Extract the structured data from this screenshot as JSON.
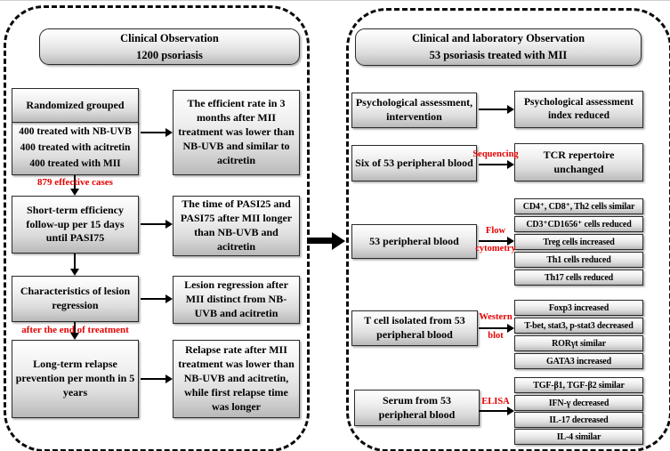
{
  "colors": {
    "note_red": "#e60000",
    "box_border": "#2a2a2a"
  },
  "left_panel": {
    "title": {
      "line1": "Clinical Observation",
      "line2": "1200 psoriasis"
    },
    "randomized": {
      "header": "Randomized grouped",
      "groups": [
        "400 treated with NB-UVB",
        "400 treated with acitretin",
        "400 treated with MII"
      ],
      "result": "The efficient rate in 3 months after MII treatment was lower than NB-UVB and similar to acitretin"
    },
    "note_effective_cases": "879 effective cases",
    "short_term": {
      "label": "Short-term efficiency follow-up per 15 days until PASI75",
      "result": "The time of PASI25 and PASI75 after MII longer than NB-UVB and acitretin"
    },
    "lesion": {
      "label": "Characteristics of lesion regression",
      "result": "Lesion regression after MII distinct from NB-UVB and acitretin"
    },
    "note_after_treatment": "after the end of treatment",
    "long_term": {
      "label": "Long-term relapse prevention per month in 5 years",
      "result": "Relapse rate after MII treatment was lower than NB-UVB and acitretin, while first relapse time was longer"
    }
  },
  "right_panel": {
    "title": {
      "line1": "Clinical and laboratory Observation",
      "line2": "53 psoriasis treated with MII"
    },
    "psych": {
      "label": "Psychological assessment, intervention",
      "result": "Psychological assessment index reduced"
    },
    "sequencing": {
      "label": "Six of 53 peripheral blood",
      "method": "Sequencing",
      "result": "TCR repertoire unchanged"
    },
    "flow": {
      "label": "53 peripheral blood",
      "method_line1": "Flow",
      "method_line2": "cytometry",
      "results": [
        "CD4⁺, CD8⁺, Th2 cells similar",
        "CD3⁺CD1656⁺ cells reduced",
        "Treg cells increased",
        "Th1 cells reduced",
        "Th17 cells reduced"
      ]
    },
    "western": {
      "label": "T cell isolated from 53 peripheral blood",
      "method_line1": "Western",
      "method_line2": "blot",
      "results": [
        "Foxp3 increased",
        "T-bet, stat3, p-stat3 decreased",
        "RORγt similar",
        "GATA3 increased"
      ]
    },
    "elisa": {
      "label": "Serum from 53 peripheral blood",
      "method": "ELISA",
      "results": [
        "TGF-β1, TGF-β2 similar",
        "IFN-γ decreased",
        "IL-17 decreased",
        "IL-4 similar"
      ]
    }
  }
}
